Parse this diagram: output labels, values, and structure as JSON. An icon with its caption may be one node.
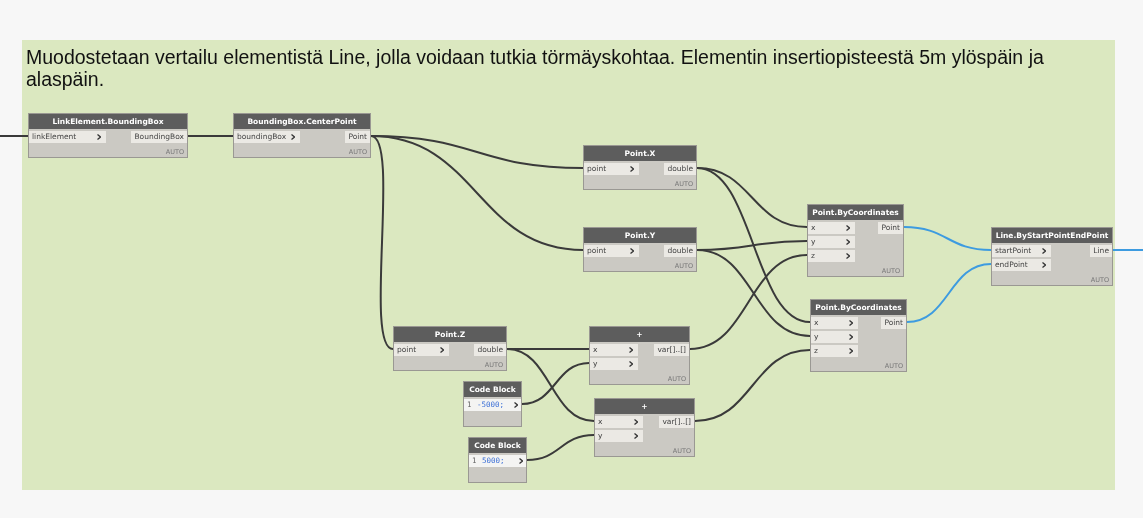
{
  "diagram": {
    "nodes": [
      {
        "text": [
          "Muodostetaan vertailu elementistä Line, jolla voidaan tutkia törmäyskohtaa. Elementin insertiopisteestä 5m ylöspäin ja alaspäin."
        ]
      },
      {
        "text": [
          "LinkElement.BoundingBox",
          "linkElement",
          "BoundingBox",
          "AUTO"
        ],
        "in": 0
      },
      {
        "text": [
          "BoundingBox.CenterPoint",
          "boundingBox",
          "Point",
          "AUTO"
        ],
        "in": 0
      },
      {
        "text": [
          "Point.X",
          "point",
          "double",
          "AUTO"
        ],
        "in": 0
      },
      {
        "text": [
          "Point.Y",
          "point",
          "double",
          "AUTO"
        ],
        "in": 0
      },
      {
        "text": [
          "Point.Z",
          "point",
          "double",
          "AUTO"
        ],
        "in": 0
      },
      {
        "text": [
          "Point.ByCoordinates",
          "x",
          "y",
          "z",
          "Point",
          "AUTO"
        ],
        "in": 0
      },
      {
        "text": [
          "+",
          "x",
          "y",
          "var[]..[]",
          "AUTO"
        ],
        "in": 0
      },
      {
        "text": [
          "Code Block",
          "1",
          "-5000;"
        ],
        "in": 0
      },
      {
        "text": [
          "+",
          "x",
          "y",
          "var[]..[]",
          "AUTO"
        ],
        "in": 0
      },
      {
        "text": [
          "Point.ByCoordinates",
          "x",
          "y",
          "z",
          "Point",
          "AUTO"
        ],
        "in": 0
      },
      {
        "text": [
          "Code Block",
          "1",
          "5000;"
        ],
        "in": 0
      },
      {
        "text": [
          "Line.ByStartPointEndPoint",
          "startPoint",
          "endPoint",
          "Line",
          "AUTO"
        ],
        "in": 0
      }
    ],
    "edges": [
      {
        "from": null,
        "to": 1,
        "arrow": "none"
      },
      {
        "from": 1,
        "to": 2,
        "arrow": "none"
      },
      {
        "from": 2,
        "to": 3,
        "arrow": "none"
      },
      {
        "from": 2,
        "to": 4,
        "arrow": "none"
      },
      {
        "from": 2,
        "to": 5,
        "arrow": "none"
      },
      {
        "from": 3,
        "to": 6,
        "arrow": "none"
      },
      {
        "from": 3,
        "to": 10,
        "arrow": "none"
      },
      {
        "from": 4,
        "to": 6,
        "arrow": "none"
      },
      {
        "from": 4,
        "to": 10,
        "arrow": "none"
      },
      {
        "from": 5,
        "to": 7,
        "arrow": "none"
      },
      {
        "from": 5,
        "to": 9,
        "arrow": "none"
      },
      {
        "from": 8,
        "to": 7,
        "arrow": "none"
      },
      {
        "from": 11,
        "to": 9,
        "arrow": "none"
      },
      {
        "from": 7,
        "to": 6,
        "arrow": "none"
      },
      {
        "from": 9,
        "to": 10,
        "arrow": "none"
      },
      {
        "from": 6,
        "to": 12,
        "arrow": "none",
        "color": "#3d9be0"
      },
      {
        "from": 10,
        "to": 12,
        "arrow": "none",
        "color": "#3d9be0"
      },
      {
        "from": 12,
        "to": null,
        "arrow": "none",
        "color": "#3d9be0"
      }
    ]
  }
}
